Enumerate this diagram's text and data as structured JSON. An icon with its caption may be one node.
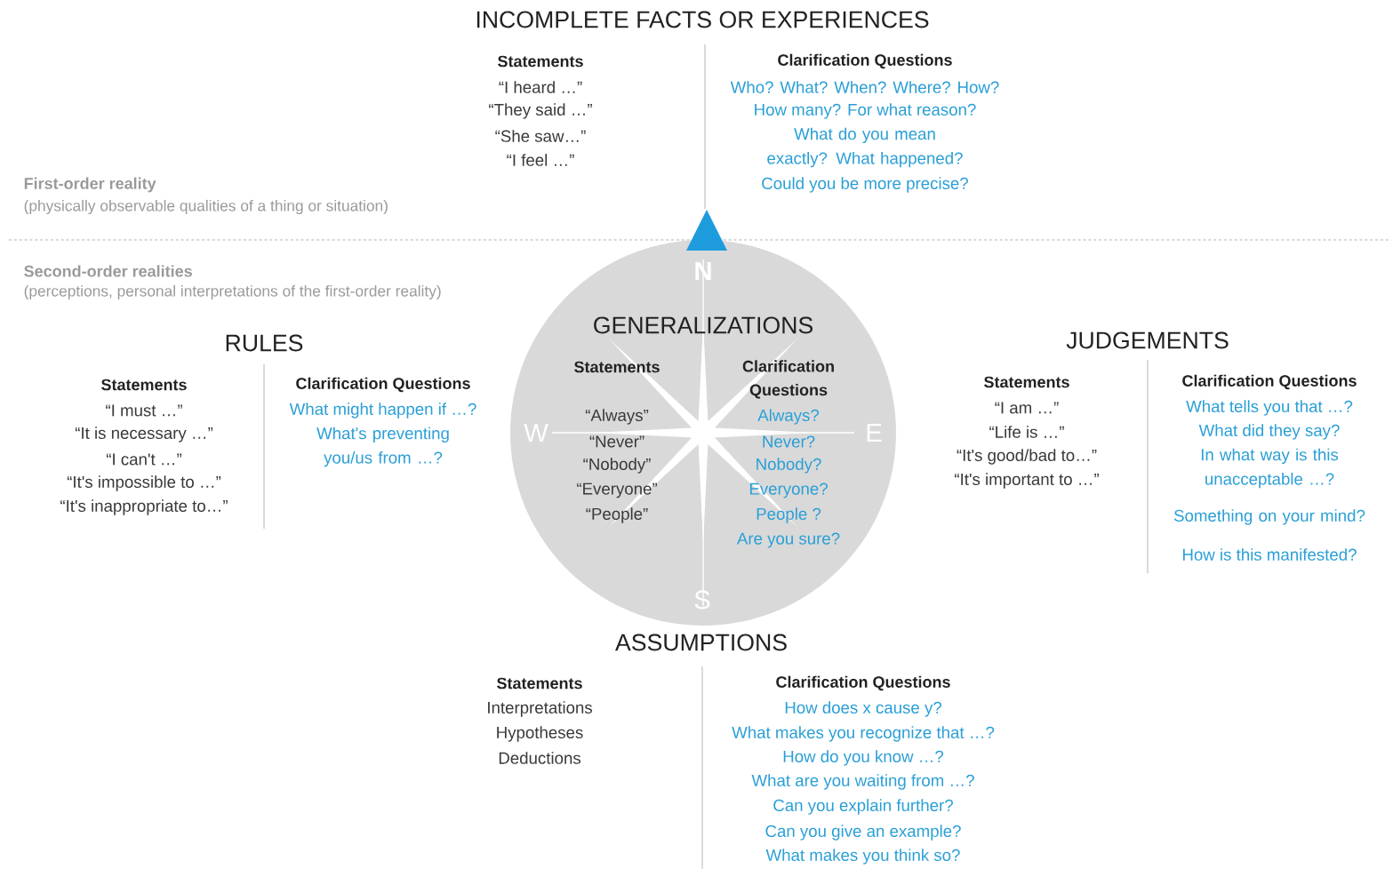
{
  "diagram": {
    "nodes": [
      {
        "text": [
          "N",
          "W",
          "E",
          "S",
          "GENERALIZATIONS",
          "Statements",
          "“Always”",
          "“Never”",
          "“Nobody”",
          "“Everyone”",
          "“People”",
          "Clarification Questions",
          "Always?",
          "Never?",
          "Nobody?",
          "Everyone?",
          "People ?",
          "Are you sure?"
        ]
      }
    ],
    "labels": [
      "INCOMPLETE FACTS OR EXPERIENCES",
      "Statements",
      "“I heard …”",
      "“They said …”",
      "“She saw…”",
      "“I feel …”",
      "Clarification Questions",
      "Who? What? When? Where? How?",
      "How many? For what reason?",
      "What do you mean exactly? What happened?",
      "Could you be more precise?",
      "First-order reality",
      "(physically observable qualities of a thing or situation)",
      "Second-order realities",
      "(perceptions, personal interpretations of the first-order reality)",
      "RULES",
      "Statements",
      "“I must …”",
      "“It is necessary …”",
      "“I can't …”",
      "“It's impossible to …”",
      "“It's inappropriate to…”",
      "Clarification Questions",
      "What might happen if …?",
      "What's preventing you/us from …?",
      "JUDGEMENTS",
      "Statements",
      "“I am …”",
      "“Life is …”",
      "“It's good/bad to…”",
      "“It's important to …”",
      "Clarification Questions",
      "What tells you that …?",
      "What did they say?",
      "In what way is this unacceptable …?",
      "Something on your mind?",
      "How is this manifested?",
      "ASSUMPTIONS",
      "Statements",
      "Interpretations",
      "Hypotheses",
      "Deductions",
      "Clarification Questions",
      "How does x cause y?",
      "What makes you recognize that …?",
      "How do you know …?",
      "What are you waiting from …?",
      "Can you explain further?",
      "Can you give an example?",
      "What makes you think so?"
    ]
  }
}
